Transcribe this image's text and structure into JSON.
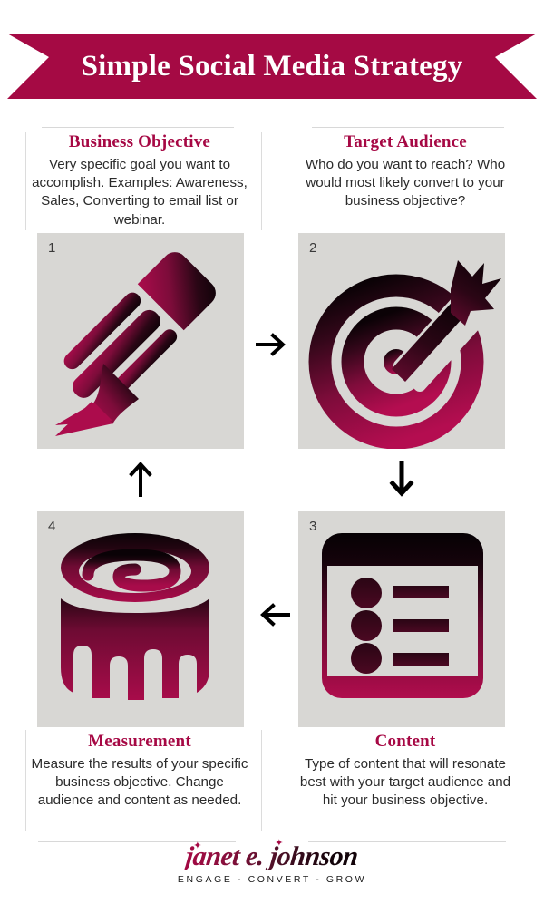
{
  "banner": {
    "title": "Simple Social Media Strategy",
    "color": "#a50a44"
  },
  "theme": {
    "accent": "#a60844",
    "accent_dark": "#120309",
    "icon_box_bg": "#d8d7d4",
    "divider": "#dcdcdc",
    "body_text": "#2b2b2b",
    "page_bg": "#ffffff"
  },
  "sections": {
    "business_objective": {
      "title": "Business Objective",
      "body": "Very specific goal you want to accomplish. Examples: Awareness, Sales, Converting to email list or webinar."
    },
    "target_audience": {
      "title": "Target Audience",
      "body": "Who do you want to reach? Who would most likely convert to your business objective?"
    },
    "measurement": {
      "title": "Measurement",
      "body": "Measure the results of your specific business objective. Change audience and content as needed."
    },
    "content": {
      "title": "Content",
      "body": "Type of content that will resonate best with your target audience and hit your business objective."
    }
  },
  "steps": [
    {
      "number": "1",
      "icon": "pencil-icon",
      "label": "Business Objective"
    },
    {
      "number": "2",
      "icon": "target-with-arrow-icon",
      "label": "Target Audience"
    },
    {
      "number": "3",
      "icon": "content-list-icon",
      "label": "Content"
    },
    {
      "number": "4",
      "icon": "measuring-tape-icon",
      "label": "Measurement"
    }
  ],
  "flow_arrows": [
    {
      "name": "arrow-right-step1-to-step2",
      "direction": "right"
    },
    {
      "name": "arrow-down-step2-to-step3",
      "direction": "down"
    },
    {
      "name": "arrow-left-step3-to-step4",
      "direction": "left"
    },
    {
      "name": "arrow-up-step4-to-step1",
      "direction": "up"
    }
  ],
  "footer": {
    "logo_name": "janet e. johnson",
    "tagline": "ENGAGE - CONVERT - GROW"
  }
}
